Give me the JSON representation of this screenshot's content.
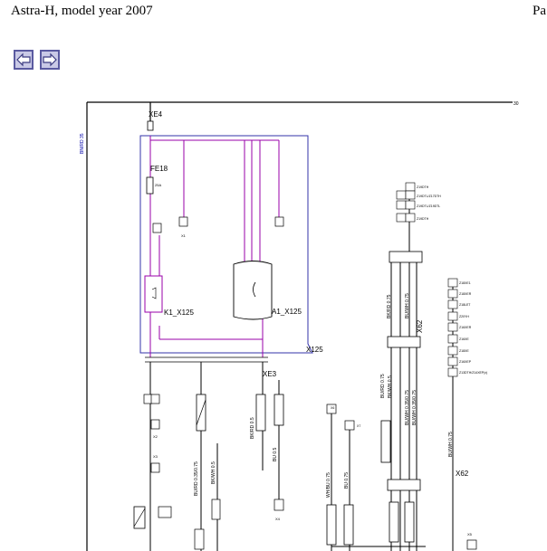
{
  "header": {
    "title": "Astra-H, model year 2007",
    "page_label": "Pa"
  },
  "nav": {
    "back_icon": "arrow-left-icon",
    "forward_icon": "arrow-right-icon",
    "button_color": "#c9c9e6"
  },
  "diagram": {
    "wire_color": "#000000",
    "purple_wire_color": "#9900aa",
    "blue_box_color": "#3333aa",
    "labels": {
      "xe4": "XE4",
      "fe18": "FE18",
      "k1": "K1_X125",
      "a1": "A1_X125",
      "x125": "X125",
      "xe3": "XE3",
      "x62_top": "X62",
      "x62_bottom": "X62",
      "ref_30": "30",
      "left_wire": "BN/RD 35",
      "fuse_rating": "25A"
    },
    "wire_codes": [
      "BK/RD 0.5",
      "BU 0.5",
      "BU/RD 0.35/0.75",
      "BK/WH 0.5",
      "WH/BU 0.75",
      "BU 0.75",
      "BK/RD 0.75",
      "BU/WH 0.75",
      "BU/RD 0.75",
      "BK/WH 0.5",
      "BU/WH 0.35/0.75",
      "BU/WH 0.35/0.75",
      "BU/WH 0.75"
    ],
    "right_codes": [
      "Z18XE1",
      "Z18XER",
      "Z18LET",
      "Z20YH",
      "Z16XER",
      "Z16XE",
      "Z18XE",
      "Z16XEP",
      "Z13DTH/Z14XEP(x)"
    ],
    "top_codes": [
      "Z19DTH",
      "Z19DTL/Z17DTH",
      "Z19DTL/Z19DTL",
      "Z19DTH"
    ],
    "small_labels": [
      "X1",
      "X2",
      "X3",
      "X4",
      "X5",
      "X6",
      "X7"
    ]
  }
}
